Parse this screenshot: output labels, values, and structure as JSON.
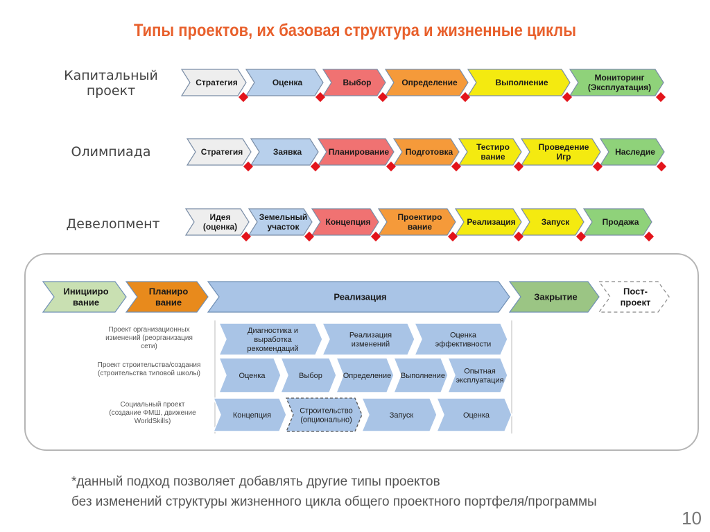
{
  "title": "Типы проектов, их базовая структура и жизненные циклы",
  "colors": {
    "title": "#e8602c",
    "gray": "#eeeeee",
    "blue": "#b8d0ec",
    "red": "#f07272",
    "orange": "#f59a3a",
    "yellow": "#f4ea10",
    "green": "#8fd27a",
    "diamond": "#e3141b",
    "light_blue": "#a9c4e6",
    "phase_green": "#c9e0b2",
    "phase_orange": "#e88a1c",
    "phase_blue": "#a9c4e6",
    "phase_green2": "#9bc584"
  },
  "rows": [
    {
      "label": "Капитальный проект",
      "stages": [
        {
          "text": "Стратегия",
          "color": "gray"
        },
        {
          "text": "Оценка",
          "color": "blue"
        },
        {
          "text": "Выбор",
          "color": "red"
        },
        {
          "text": "Определение",
          "color": "orange"
        },
        {
          "text": "Выполнение",
          "color": "yellow"
        },
        {
          "text": "Мониторинг (Эксплуатация)",
          "color": "green"
        }
      ]
    },
    {
      "label": "Олимпиада",
      "stages": [
        {
          "text": "Стратегия",
          "color": "gray"
        },
        {
          "text": "Заявка",
          "color": "blue"
        },
        {
          "text": "Планирование",
          "color": "red"
        },
        {
          "text": "Подготовка",
          "color": "orange"
        },
        {
          "text": "Тестиро вание",
          "color": "yellow"
        },
        {
          "text": "Проведение Игр",
          "color": "yellow"
        },
        {
          "text": "Наследие",
          "color": "green"
        }
      ]
    },
    {
      "label": "Девелопмент",
      "stages": [
        {
          "text": "Идея (оценка)",
          "color": "gray"
        },
        {
          "text": "Земельный участок",
          "color": "blue"
        },
        {
          "text": "Концепция",
          "color": "red"
        },
        {
          "text": "Проектиро вание",
          "color": "orange"
        },
        {
          "text": "Реализация",
          "color": "yellow"
        },
        {
          "text": "Запуск",
          "color": "yellow"
        },
        {
          "text": "Продажа",
          "color": "green"
        }
      ]
    }
  ],
  "phases": [
    {
      "text": "Иницииро вание",
      "color": "phase_green"
    },
    {
      "text": "Планиро вание",
      "color": "phase_orange"
    },
    {
      "text": "Реализация",
      "color": "phase_blue"
    },
    {
      "text": "Закрытие",
      "color": "phase_green2"
    },
    {
      "text": "Пост- проект",
      "color": "white",
      "dashed": true
    }
  ],
  "subprojects": [
    {
      "label": "Проект организационных изменений (реорганизация сети)",
      "stages": [
        {
          "text": "Диагностика и выработка рекомендаций"
        },
        {
          "text": "Реализация изменений"
        },
        {
          "text": "Оценка эффективности"
        }
      ]
    },
    {
      "label": "Проект строительства/создания (строительства типовой школы)",
      "stages": [
        {
          "text": "Оценка"
        },
        {
          "text": "Выбор"
        },
        {
          "text": "Определение"
        },
        {
          "text": "Выполнение"
        },
        {
          "text": "Опытная эксплуатация"
        }
      ]
    },
    {
      "label": "Социальный проект (создание ФМШ, движение WorldSkills)",
      "stages": [
        {
          "text": "Концепция"
        },
        {
          "text": "Строительство (опционально)",
          "dashed": true
        },
        {
          "text": "Запуск"
        },
        {
          "text": "Оценка"
        }
      ]
    }
  ],
  "note_line1": "*данный подход позволяет добавлять другие типы проектов",
  "note_line2": "без изменений структуры жизненного цикла общего проектного портфеля/программы",
  "page_number": "10"
}
